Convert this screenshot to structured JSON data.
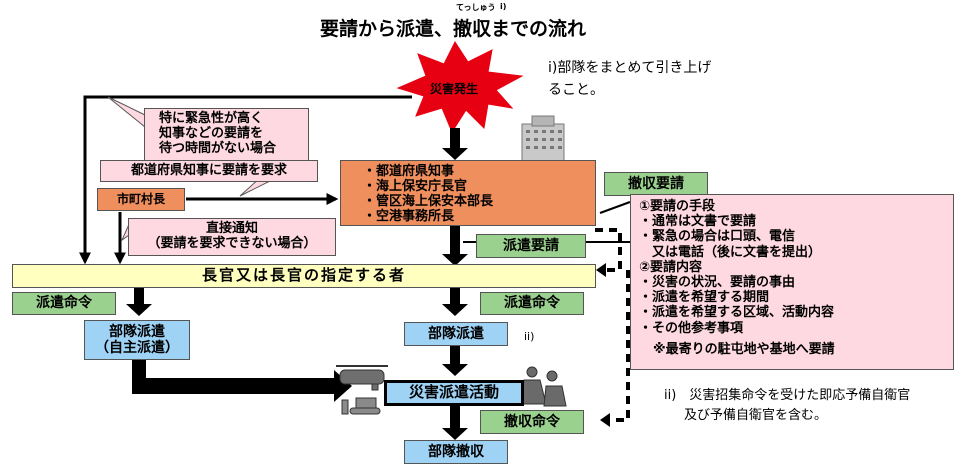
{
  "title": "要請から派遣、撤収までの流れ",
  "ruby": "てっしゅう",
  "ruby_note": "i)",
  "note_i": [
    "i)部隊をまとめて引き上げ",
    "ること。"
  ],
  "note_ii": [
    "ii)　災害招集命令を受けた即応予備自衛官",
    "及び予備自衛官を含む。"
  ],
  "mark_ii": "ii)",
  "disaster": "災害発生",
  "urgent": [
    "特に緊急性が高く",
    "知事などの要請を",
    "待つ時間がない場合"
  ],
  "request_governor": "都道府県知事に要請を要求",
  "mayor": "市町村長",
  "direct_notice": [
    "直接通知",
    "（要請を要求できない場合）"
  ],
  "requesters": [
    "・都道府県知事",
    "・海上保安庁長官",
    "・管区海上保安本部長",
    "・空港事務所長"
  ],
  "withdraw_request": "撤収要請",
  "dispatch_request": "派遣要請",
  "request_method": [
    "①要請の手段",
    "・通常は文書で要請",
    "・緊急の場合は口頭、電信",
    "　又は電話（後に文書を提出）",
    "②要請内容",
    "・災害の状況、要請の事由",
    "・派遣を希望する期間",
    "・派遣を希望する区域、活動内容",
    "・その他参考事項",
    "",
    "※最寄りの駐屯地や基地へ要請"
  ],
  "commander": "長官又は長官の指定する者",
  "dispatch_order_left": "派遣命令",
  "dispatch_order_right": "派遣命令",
  "unit_dispatch_self": [
    "部隊派遣",
    "（自主派遣）"
  ],
  "unit_dispatch": "部隊派遣",
  "disaster_activity": "災害派遣活動",
  "withdraw_order": "撤収命令",
  "unit_withdraw": "部隊撤収"
}
